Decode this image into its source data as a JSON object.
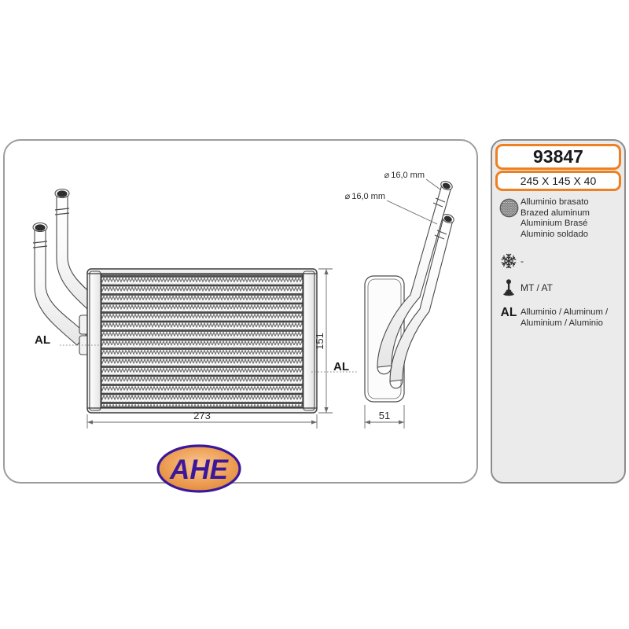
{
  "product": {
    "code": "93847",
    "dimensions_label": "245 X 145 X 40"
  },
  "specs": {
    "material": {
      "icon": "brazed-core-icon",
      "lines": "Alluminio brasato\nBrazed aluminum\nAluminium Brasé\nAluminio soldado"
    },
    "air_conditioning": {
      "icon": "snowflake-icon",
      "value": "-"
    },
    "transmission": {
      "icon": "gear-shift-icon",
      "value": "MT / AT"
    },
    "aluminium": {
      "mark": "AL",
      "lines": "Alluminio  / Aluminum /\nAluminium / Aluminio"
    }
  },
  "drawing": {
    "logo_text": "AHE",
    "logo_fill": "#f0a45c",
    "logo_stroke": "#3b189b",
    "front_view": {
      "width_dim": "273",
      "height_dim": "151",
      "al_marker": "AL"
    },
    "side_view": {
      "depth_dim": "51",
      "al_marker": "AL",
      "pipe_diameter_upper": "16,0 mm",
      "pipe_diameter_lower": "16,0 mm",
      "diameter_symbol": "⌀"
    }
  },
  "colors": {
    "accent_orange": "#ef8022",
    "panel_gray": "#ebebeb",
    "border_gray": "#9d9d9d",
    "logo_blue": "#3b189b"
  }
}
